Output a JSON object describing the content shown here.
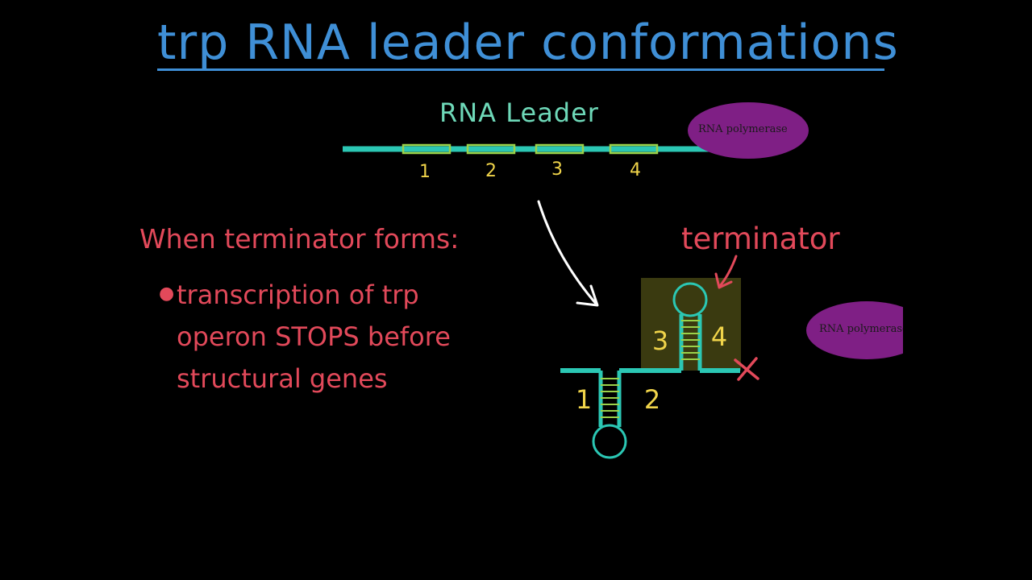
{
  "title": "trp RNA leader conformations",
  "leader": {
    "label": "RNA Leader",
    "regions": [
      "1",
      "2",
      "3",
      "4"
    ],
    "polymerase_label": "RNA polymerase"
  },
  "explanation": {
    "heading": "When terminator forms:",
    "bullet_lines": [
      "transcription of trp",
      "operon STOPS before",
      "structural genes"
    ]
  },
  "structure": {
    "terminator_label": "terminator",
    "stem_left_labels": [
      "1",
      "2"
    ],
    "stem_right_labels": [
      "3",
      "4"
    ],
    "stop_mark": "X",
    "polymerase_label": "RNA polymerase"
  },
  "colors": {
    "title": "#3f8fd6",
    "rna_strand": "#2bc7b4",
    "region_box": "#9ad24a",
    "region_numbers": "#f0d44a",
    "polymerase": "#7f1f85",
    "text_red": "#e2495a",
    "terminator_highlight": "#3a3a10",
    "arrow": "#ffffff"
  },
  "icons": {
    "transition_arrow": "curved-arrow-icon",
    "pointer_arrow": "curved-arrow-icon",
    "stop_mark": "x-mark-icon"
  }
}
